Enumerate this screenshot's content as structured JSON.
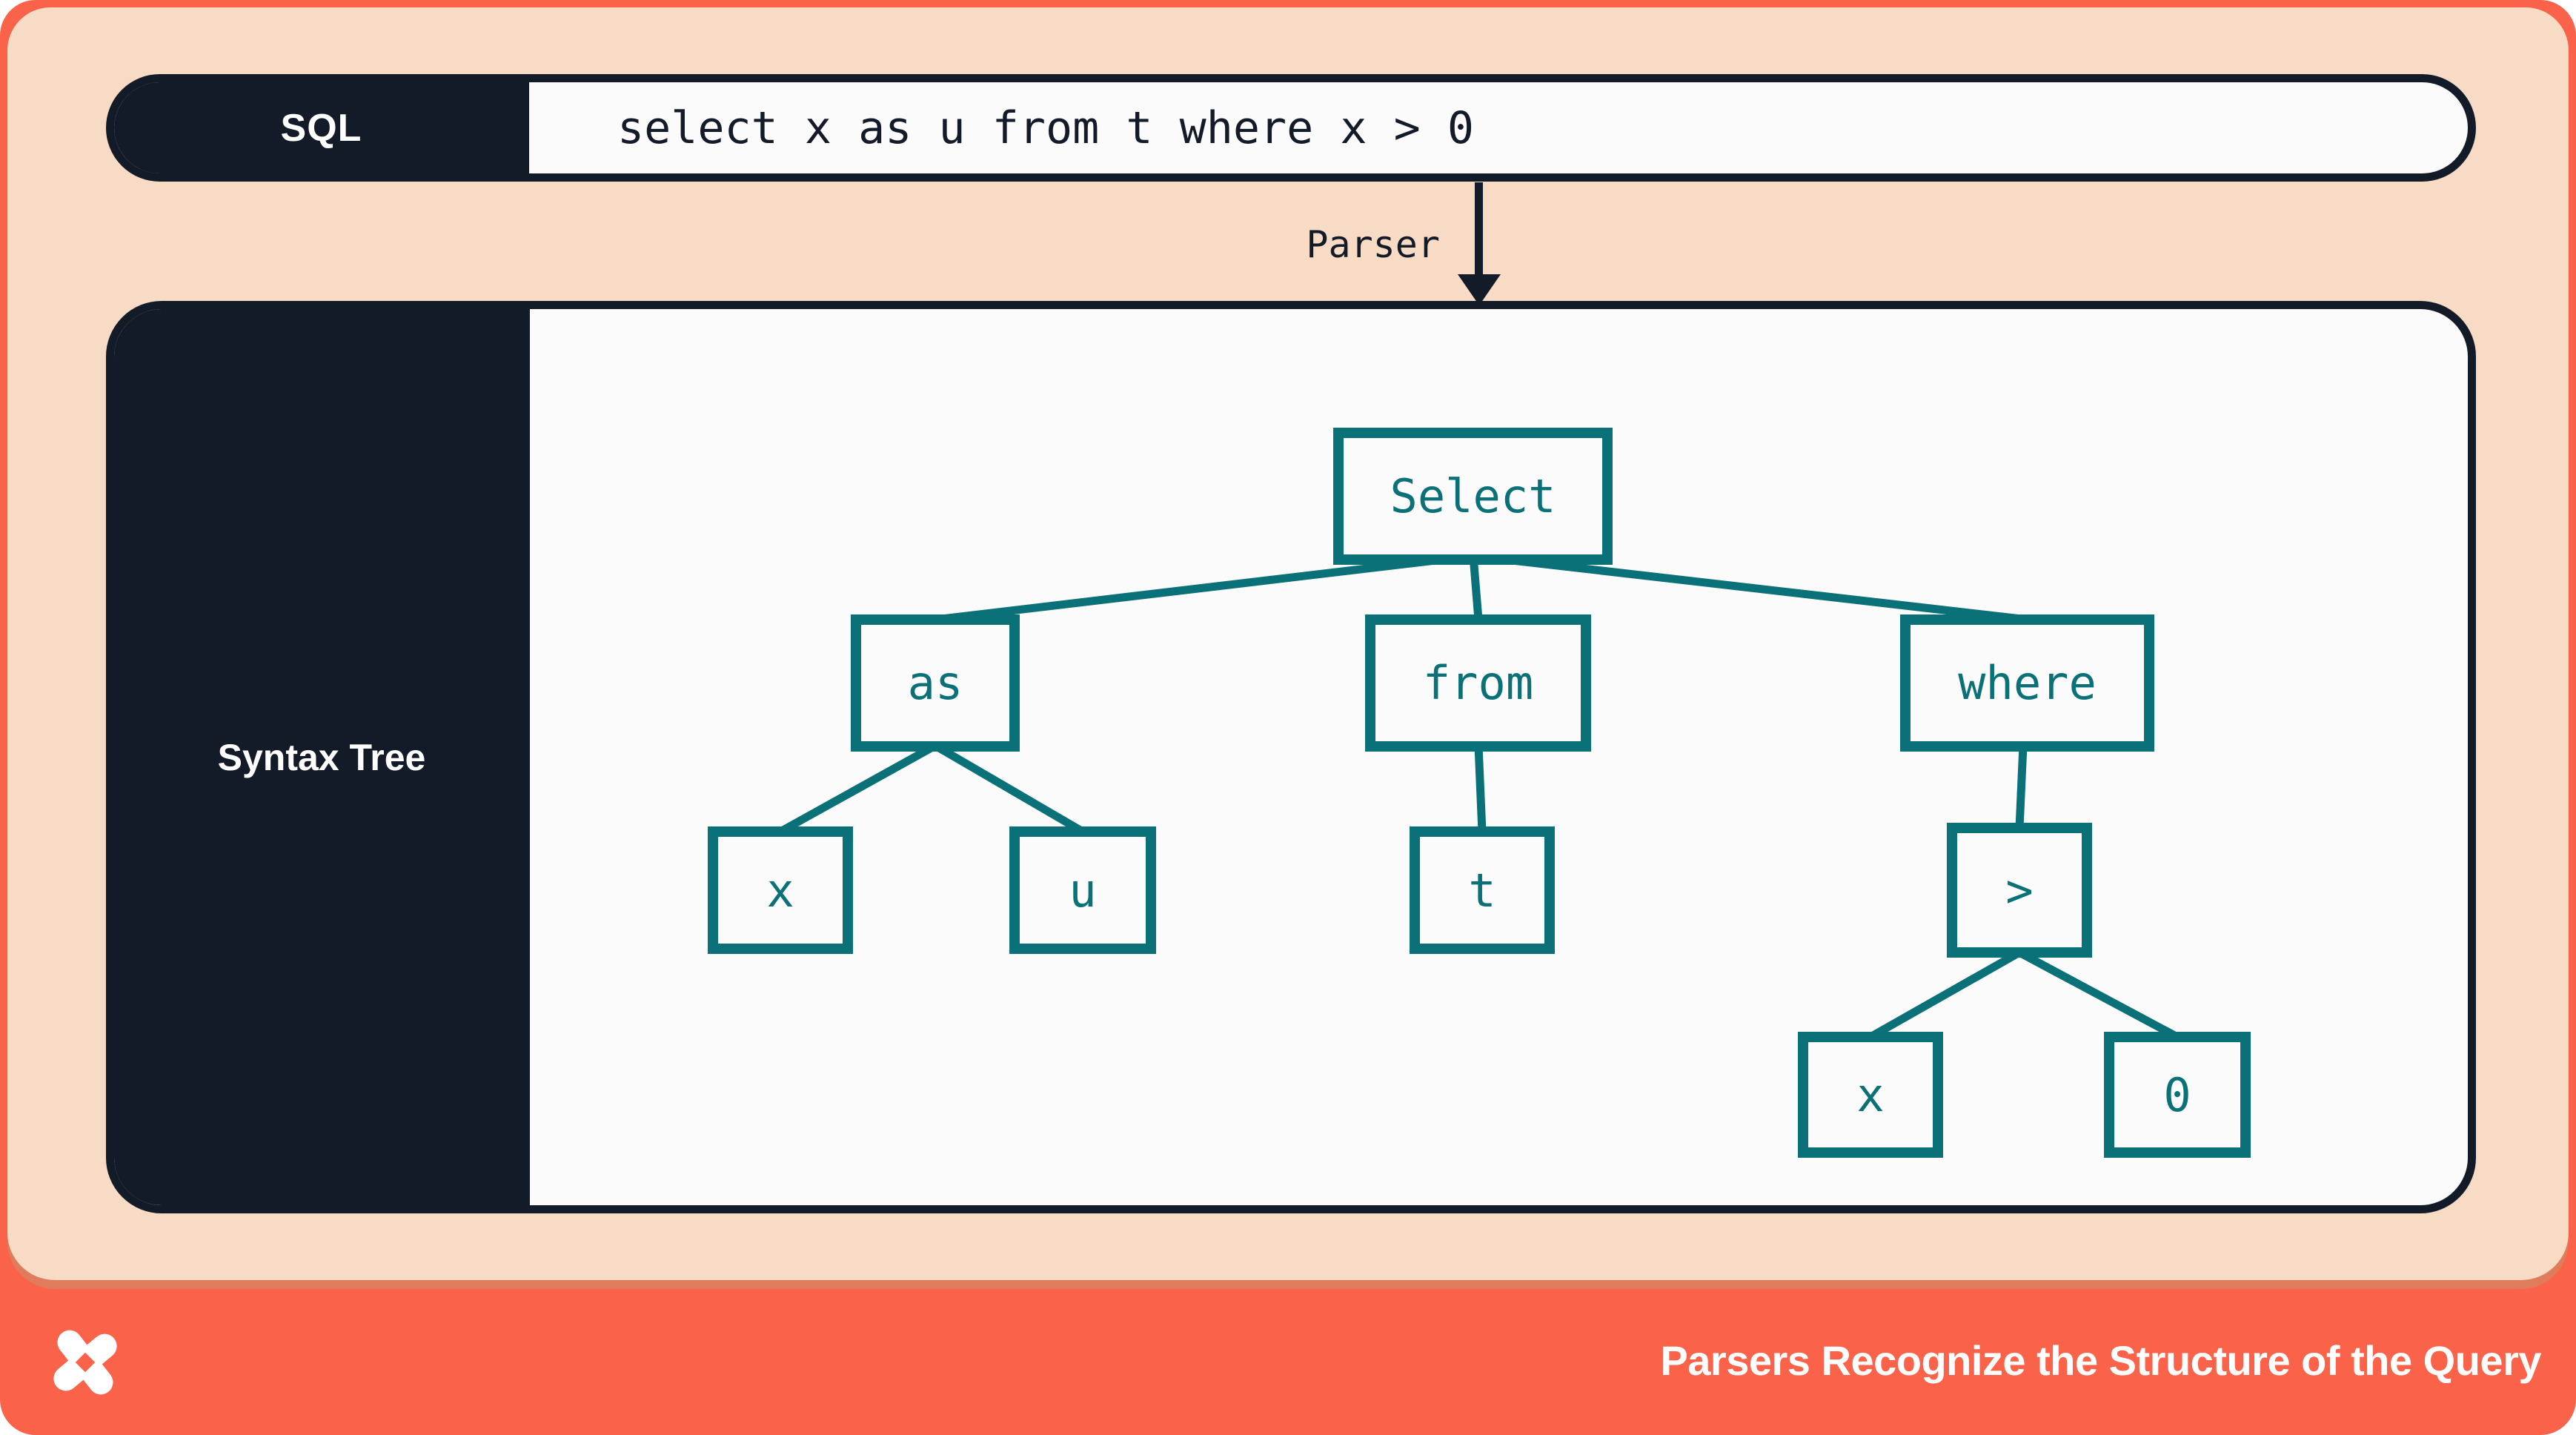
{
  "sql_bar": {
    "label": "SQL",
    "query": "select x as u from t where x > 0"
  },
  "parser_arrow": {
    "label": "Parser"
  },
  "syntax_panel": {
    "label": "Syntax Tree"
  },
  "tree": {
    "nodes": [
      {
        "id": "select",
        "label": "Select"
      },
      {
        "id": "as",
        "label": "as"
      },
      {
        "id": "from",
        "label": "from"
      },
      {
        "id": "where",
        "label": "where"
      },
      {
        "id": "x1",
        "label": "x"
      },
      {
        "id": "u",
        "label": "u"
      },
      {
        "id": "t",
        "label": "t"
      },
      {
        "id": "gt",
        "label": ">"
      },
      {
        "id": "x2",
        "label": "x"
      },
      {
        "id": "zero",
        "label": "0"
      }
    ],
    "edges": [
      [
        "select",
        "as"
      ],
      [
        "select",
        "from"
      ],
      [
        "select",
        "where"
      ],
      [
        "as",
        "x1"
      ],
      [
        "as",
        "u"
      ],
      [
        "from",
        "t"
      ],
      [
        "where",
        "gt"
      ],
      [
        "gt",
        "x2"
      ],
      [
        "gt",
        "zero"
      ]
    ]
  },
  "footer": {
    "title": "Parsers Recognize the Structure of the Query",
    "logo": "x-star-logo"
  },
  "colors": {
    "coral": "#FA6349",
    "coral_shadow": "#E07C5B",
    "peach": "#F7DBC5",
    "navy": "#131A28",
    "teal": "#0B7178",
    "panel_white": "#FBFBFB"
  }
}
